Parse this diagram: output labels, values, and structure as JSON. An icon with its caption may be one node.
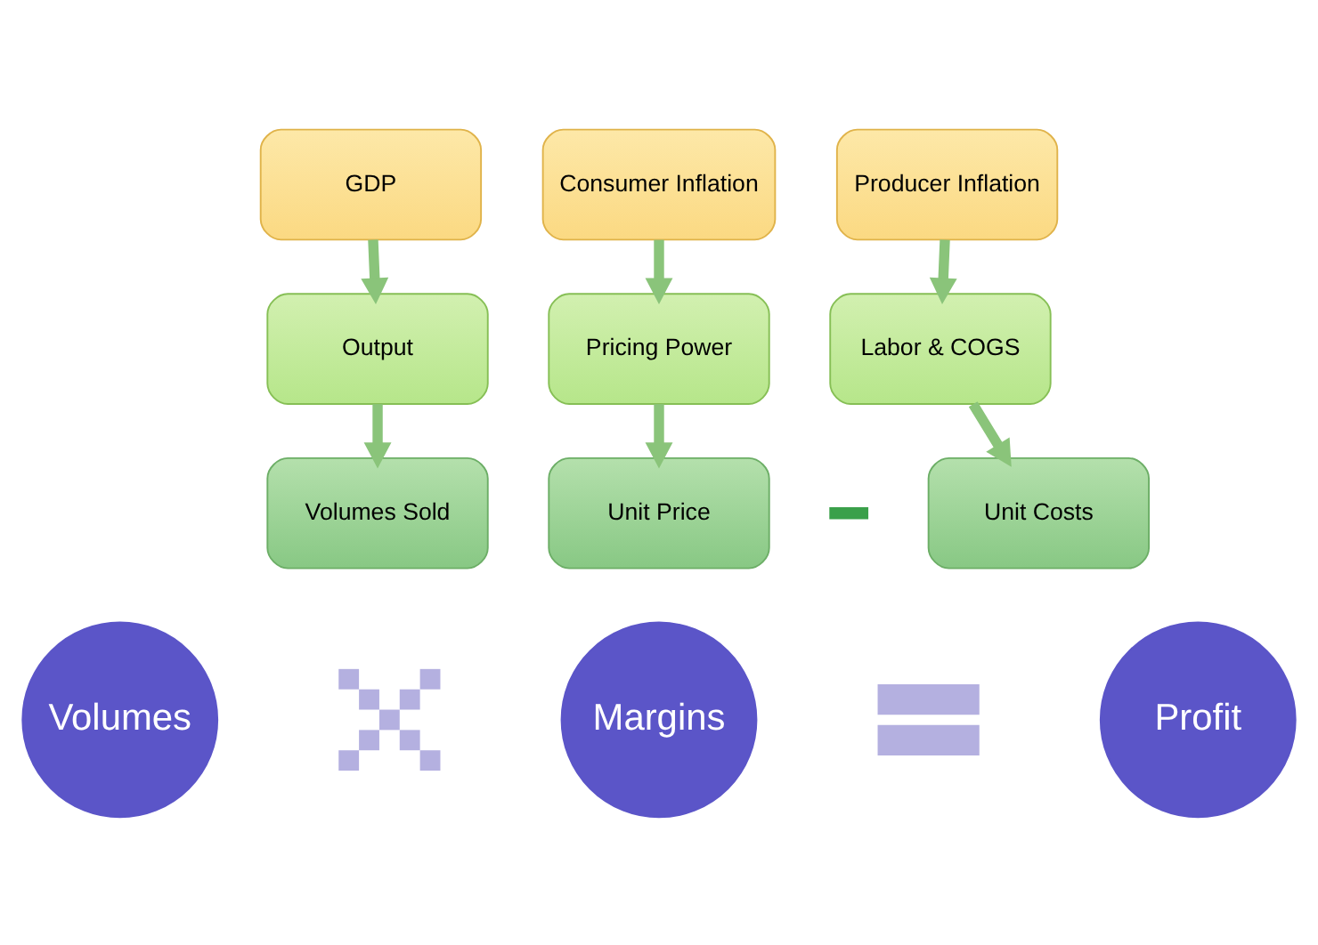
{
  "diagram": {
    "nodes": [
      {
        "text": [
          "GDP"
        ]
      },
      {
        "text": [
          "Consumer Inflation"
        ]
      },
      {
        "text": [
          "Producer Inflation"
        ]
      },
      {
        "text": [
          "Output"
        ]
      },
      {
        "text": [
          "Pricing Power"
        ]
      },
      {
        "text": [
          "Labor & COGS"
        ]
      },
      {
        "text": [
          "Volumes Sold"
        ]
      },
      {
        "text": [
          "Unit Price"
        ]
      },
      {
        "text": [],
        "shape": "minus"
      },
      {
        "text": [
          "Unit Costs"
        ]
      },
      {
        "text": [
          "Volumes"
        ]
      },
      {
        "text": [],
        "shape": "cross"
      },
      {
        "text": [
          "Margins"
        ]
      },
      {
        "text": [],
        "shape": "equals"
      },
      {
        "text": [
          "Profit"
        ]
      }
    ],
    "edges": [
      {
        "from": 0,
        "to": 3,
        "arrow": "to"
      },
      {
        "from": 3,
        "to": 6,
        "arrow": "to"
      },
      {
        "from": 1,
        "to": 4,
        "arrow": "to"
      },
      {
        "from": 4,
        "to": 7,
        "arrow": "to"
      },
      {
        "from": 2,
        "to": 5,
        "arrow": "to"
      },
      {
        "from": 5,
        "to": 9,
        "arrow": "to"
      }
    ]
  }
}
